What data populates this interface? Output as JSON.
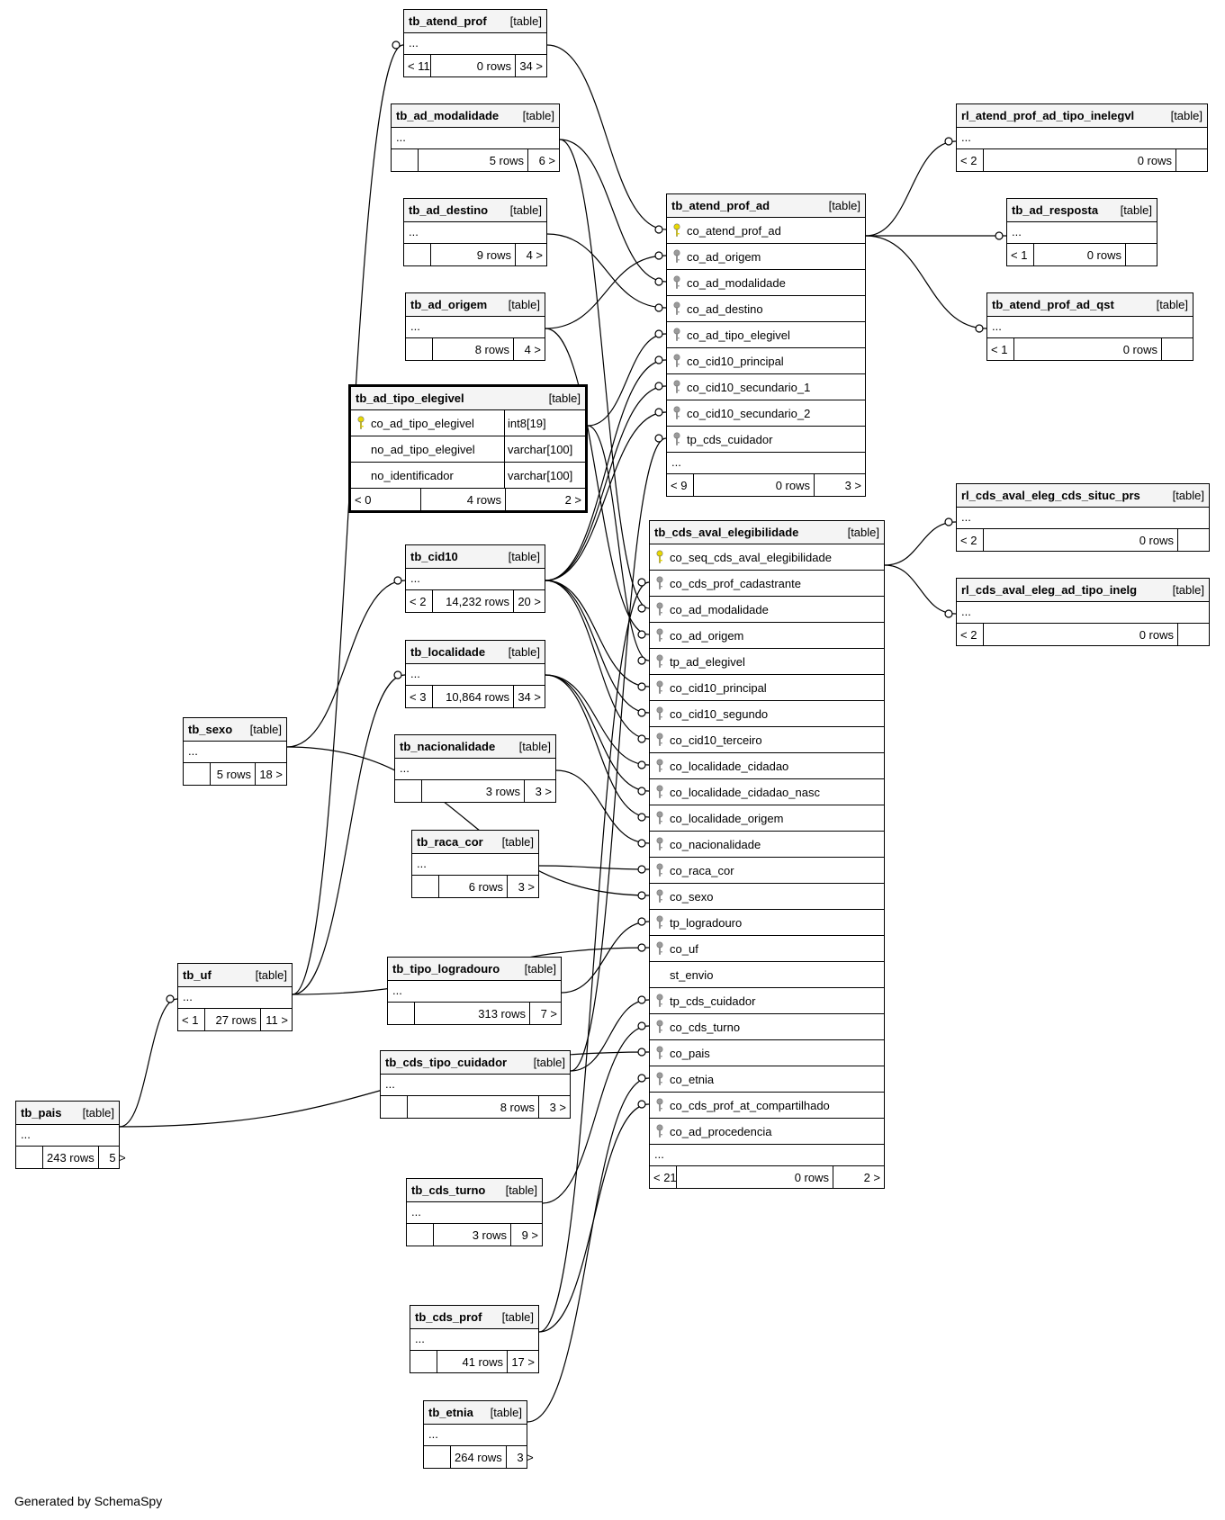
{
  "footer": "Generated by SchemaSpy",
  "tables": {
    "tb_atend_prof": {
      "name": "tb_atend_prof",
      "type": "[table]",
      "prev": "< 11",
      "rows": "0 rows",
      "children": "34 >"
    },
    "tb_ad_modalidade": {
      "name": "tb_ad_modalidade",
      "type": "[table]",
      "prev": "",
      "rows": "5 rows",
      "children": "6 >"
    },
    "tb_ad_destino": {
      "name": "tb_ad_destino",
      "type": "[table]",
      "prev": "",
      "rows": "9 rows",
      "children": "4 >"
    },
    "tb_ad_origem": {
      "name": "tb_ad_origem",
      "type": "[table]",
      "prev": "",
      "rows": "8 rows",
      "children": "4 >"
    },
    "tb_ad_tipo_elegivel": {
      "name": "tb_ad_tipo_elegivel",
      "type": "[table]",
      "prev": "< 0",
      "rows": "4 rows",
      "children": "2 >",
      "columns": [
        {
          "name": "co_ad_tipo_elegivel",
          "type": "int8[19]"
        },
        {
          "name": "no_ad_tipo_elegivel",
          "type": "varchar[100]"
        },
        {
          "name": "no_identificador",
          "type": "varchar[100]"
        }
      ]
    },
    "tb_cid10": {
      "name": "tb_cid10",
      "type": "[table]",
      "prev": "< 2",
      "rows": "14,232 rows",
      "children": "20 >"
    },
    "tb_localidade": {
      "name": "tb_localidade",
      "type": "[table]",
      "prev": "< 3",
      "rows": "10,864 rows",
      "children": "34 >"
    },
    "tb_nacionalidade": {
      "name": "tb_nacionalidade",
      "type": "[table]",
      "prev": "",
      "rows": "3 rows",
      "children": "3 >"
    },
    "tb_raca_cor": {
      "name": "tb_raca_cor",
      "type": "[table]",
      "prev": "",
      "rows": "6 rows",
      "children": "3 >"
    },
    "tb_tipo_logradouro": {
      "name": "tb_tipo_logradouro",
      "type": "[table]",
      "prev": "",
      "rows": "313 rows",
      "children": "7 >"
    },
    "tb_cds_tipo_cuidador": {
      "name": "tb_cds_tipo_cuidador",
      "type": "[table]",
      "prev": "",
      "rows": "8 rows",
      "children": "3 >"
    },
    "tb_cds_turno": {
      "name": "tb_cds_turno",
      "type": "[table]",
      "prev": "",
      "rows": "3 rows",
      "children": "9 >"
    },
    "tb_cds_prof": {
      "name": "tb_cds_prof",
      "type": "[table]",
      "prev": "",
      "rows": "41 rows",
      "children": "17 >"
    },
    "tb_etnia": {
      "name": "tb_etnia",
      "type": "[table]",
      "prev": "",
      "rows": "264 rows",
      "children": "3 >"
    },
    "tb_sexo": {
      "name": "tb_sexo",
      "type": "[table]",
      "prev": "",
      "rows": "5 rows",
      "children": "18 >"
    },
    "tb_uf": {
      "name": "tb_uf",
      "type": "[table]",
      "prev": "< 1",
      "rows": "27 rows",
      "children": "11 >"
    },
    "tb_pais": {
      "name": "tb_pais",
      "type": "[table]",
      "prev": "",
      "rows": "243 rows",
      "children": "5 >"
    },
    "tb_atend_prof_ad": {
      "name": "tb_atend_prof_ad",
      "type": "[table]",
      "prev": "< 9",
      "rows": "0 rows",
      "children": "3 >",
      "columns": [
        "co_atend_prof_ad",
        "co_ad_origem",
        "co_ad_modalidade",
        "co_ad_destino",
        "co_ad_tipo_elegivel",
        "co_cid10_principal",
        "co_cid10_secundario_1",
        "co_cid10_secundario_2",
        "tp_cds_cuidador"
      ]
    },
    "tb_cds_aval_elegibilidade": {
      "name": "tb_cds_aval_elegibilidade",
      "type": "[table]",
      "prev": "< 21",
      "rows": "0 rows",
      "children": "2 >",
      "columns": [
        "co_seq_cds_aval_elegibilidade",
        "co_cds_prof_cadastrante",
        "co_ad_modalidade",
        "co_ad_origem",
        "tp_ad_elegivel",
        "co_cid10_principal",
        "co_cid10_segundo",
        "co_cid10_terceiro",
        "co_localidade_cidadao",
        "co_localidade_cidadao_nasc",
        "co_localidade_origem",
        "co_nacionalidade",
        "co_raca_cor",
        "co_sexo",
        "tp_logradouro",
        "co_uf",
        "st_envio",
        "tp_cds_cuidador",
        "co_cds_turno",
        "co_pais",
        "co_etnia",
        "co_cds_prof_at_compartilhado",
        "co_ad_procedencia"
      ]
    },
    "rl_atend_prof_ad_tipo_inelegvl": {
      "name": "rl_atend_prof_ad_tipo_inelegvl",
      "type": "[table]",
      "prev": "< 2",
      "rows": "0 rows",
      "children": ""
    },
    "tb_ad_resposta": {
      "name": "tb_ad_resposta",
      "type": "[table]",
      "prev": "< 1",
      "rows": "0 rows",
      "children": ""
    },
    "tb_atend_prof_ad_qst": {
      "name": "tb_atend_prof_ad_qst",
      "type": "[table]",
      "prev": "< 1",
      "rows": "0 rows",
      "children": ""
    },
    "rl_cds_aval_eleg_cds_situc_prs": {
      "name": "rl_cds_aval_eleg_cds_situc_prs",
      "type": "[table]",
      "prev": "< 2",
      "rows": "0 rows",
      "children": ""
    },
    "rl_cds_aval_eleg_ad_tipo_inelg": {
      "name": "rl_cds_aval_eleg_ad_tipo_inelg",
      "type": "[table]",
      "prev": "< 2",
      "rows": "0 rows",
      "children": ""
    }
  },
  "ellipsis": "...",
  "colors": {
    "pk_key": "#e8d800",
    "fk_key": "#9a9a9a",
    "line": "#000000"
  }
}
